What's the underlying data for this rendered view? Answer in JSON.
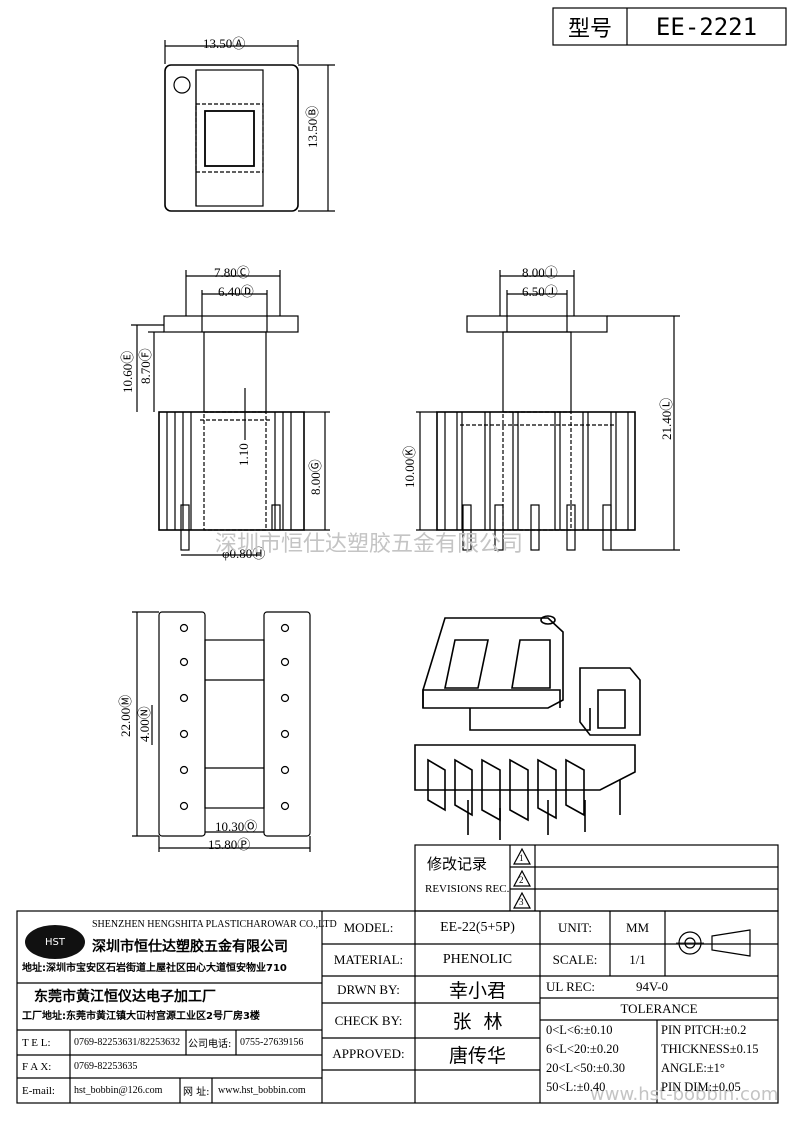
{
  "header": {
    "type_label": "型号",
    "part_number": "EE-2221"
  },
  "dimensions": {
    "A": {
      "value": "13.50",
      "letter": "Ⓐ"
    },
    "B": {
      "value": "13.50",
      "letter": "Ⓑ"
    },
    "C": {
      "value": "7.80",
      "letter": "Ⓒ"
    },
    "D": {
      "value": "6.40",
      "letter": "Ⓓ"
    },
    "E": {
      "value": "10.60",
      "letter": "Ⓔ"
    },
    "F": {
      "value": "8.70",
      "letter": "Ⓕ"
    },
    "G": {
      "value": "8.00",
      "letter": "Ⓖ"
    },
    "H": {
      "value": "φ0.80",
      "letter": "Ⓗ"
    },
    "I": {
      "value": "8.00",
      "letter": "Ⓘ"
    },
    "J": {
      "value": "6.50",
      "letter": "Ⓙ"
    },
    "K": {
      "value": "10.00",
      "letter": "Ⓚ"
    },
    "L": {
      "value": "21.40",
      "letter": "Ⓛ"
    },
    "M": {
      "value": "22.00",
      "letter": "Ⓜ"
    },
    "N": {
      "value": "4.00",
      "letter": "Ⓝ"
    },
    "O": {
      "value": "10.30",
      "letter": "Ⓞ"
    },
    "P": {
      "value": "15.80",
      "letter": "Ⓟ"
    },
    "flange": "1.10"
  },
  "watermarks": {
    "center": "深圳市恒仕达塑胶五金有限公司",
    "bottom": "www.hst-bobbin.com"
  },
  "revisions": {
    "title_cn": "修改记录",
    "title_en": "REVISIONS REC.",
    "nums": [
      "1",
      "2",
      "3"
    ]
  },
  "company": {
    "logo": "HST",
    "name_en": "SHENZHEN HENGSHITA PLASTICHAROWAR CO.,LTD",
    "name_cn": "深圳市恒仕达塑胶五金有限公司",
    "address": "地址:深圳市宝安区石岩街道上屋社区田心大道恒安物业710",
    "factory": "东莞市黄江恒仪达电子加工厂",
    "factory_address": "工厂地址:东莞市黄江镇大冚村宫源工业区2号厂房3楼",
    "tel_label": "T E L:",
    "tel": "0769-82253631/82253632",
    "phone_label": "公司电话:",
    "phone": "0755-27639156",
    "fax_label": "F A X:",
    "fax": "0769-82253635",
    "email_label": "E-mail:",
    "email": "hst_bobbin@126.com",
    "web_label": "网 址:",
    "web": "www.hst_bobbin.com"
  },
  "spec": {
    "model_label": "MODEL:",
    "model": "EE-22(5+5P)",
    "material_label": "MATERIAL:",
    "material": "PHENOLIC",
    "drawn_label": "DRWN BY:",
    "drawn": "幸小君",
    "check_label": "CHECK BY:",
    "check": "张  林",
    "approved_label": "APPROVED:",
    "approved": "唐传华",
    "unit_label": "UNIT:",
    "unit": "MM",
    "scale_label": "SCALE:",
    "scale": "1/1",
    "ul_label": "UL REC:",
    "ul": "94V-0",
    "tolerance_label": "TOLERANCE",
    "tol": [
      "0<L<6:±0.10",
      "6<L<20:±0.20",
      "20<L<50:±0.30",
      "50<L:±0.40"
    ],
    "tol2": [
      "PIN PITCH:±0.2",
      "THICKNESS±0.15",
      "ANGLE:±1°",
      "PIN DIM:±0.05"
    ]
  }
}
